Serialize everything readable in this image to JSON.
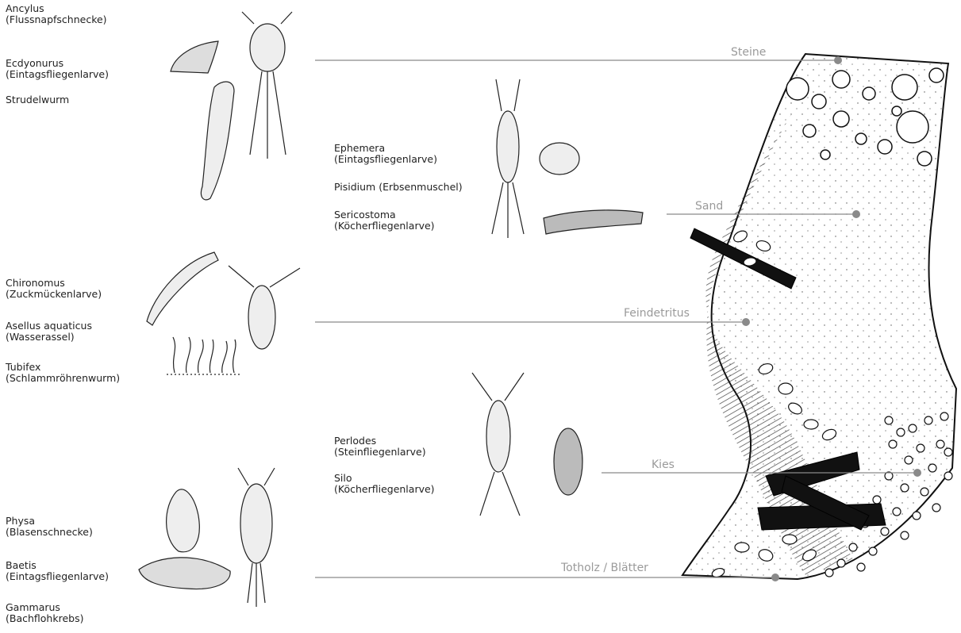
{
  "organism_groups": [
    {
      "id": "steine",
      "organisms": [
        {
          "label": "Ancylus\n(Flussnapfschnecke)"
        },
        {
          "label": "Ecdyonurus\n(Eintagsfliegenlarve)"
        },
        {
          "label": "Strudelwurm"
        }
      ]
    },
    {
      "id": "sand",
      "organisms": [
        {
          "label": "Ephemera\n(Eintagsfliegenlarve)"
        },
        {
          "label": "Pisidium (Erbsenmuschel)"
        },
        {
          "label": "Sericostoma\n(Köcherfliegenlarve)"
        }
      ]
    },
    {
      "id": "feindetritus",
      "organisms": [
        {
          "label": "Chironomus\n(Zuckmückenlarve)"
        },
        {
          "label": "Asellus aquaticus\n(Wasserassel)"
        },
        {
          "label": "Tubifex\n(Schlammröhrenwurm)"
        }
      ]
    },
    {
      "id": "kies",
      "organisms": [
        {
          "label": "Perlodes\n(Steinfliegenlarve)"
        },
        {
          "label": "Silo\n(Köcherfliegenlarve)"
        }
      ]
    },
    {
      "id": "totholz",
      "organisms": [
        {
          "label": "Physa\n(Blasenschnecke)"
        },
        {
          "label": "Baetis\n(Eintagsfliegenlarve)"
        },
        {
          "label": "Gammarus\n(Bachflohkrebs)"
        }
      ]
    }
  ],
  "habitats": [
    {
      "label": "Steine"
    },
    {
      "label": "Sand"
    },
    {
      "label": "Feindetritus"
    },
    {
      "label": "Kies"
    },
    {
      "label": "Totholz / Blätter"
    }
  ],
  "colors": {
    "leader_line": "#8a8a8a",
    "habitat_text": "#9a9a9a",
    "text": "#222222",
    "ink": "#1a1a1a"
  }
}
